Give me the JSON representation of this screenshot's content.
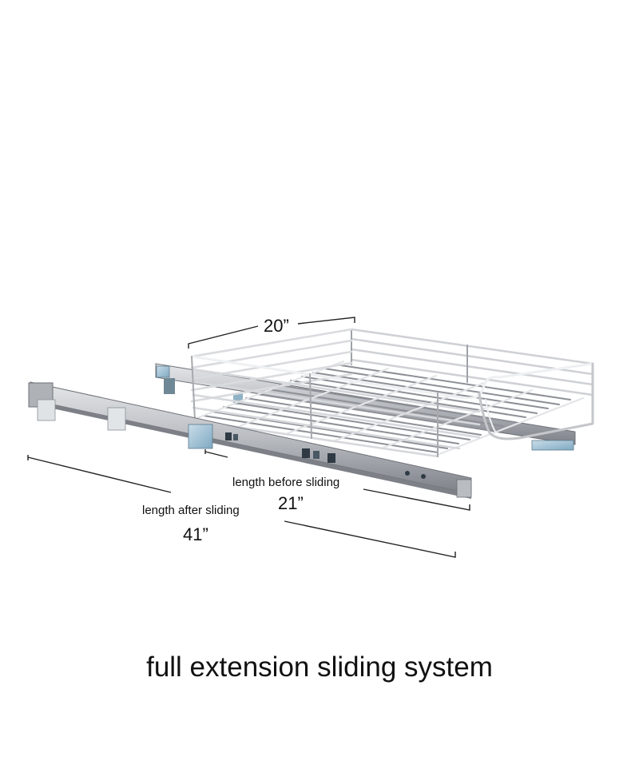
{
  "dimensions": {
    "width_value": "20”",
    "before_label": "length before sliding",
    "before_value": "21”",
    "after_label": "length after sliding",
    "after_value": "41”"
  },
  "caption": "full extension sliding system",
  "colors": {
    "chrome_light": "#e9eaec",
    "chrome_dark": "#8d9096",
    "rail_metal": "#b9bcc1",
    "rail_shadow": "#6e7177",
    "bracket_blue": "#8db7cf",
    "background": "#ffffff",
    "text": "#111111"
  },
  "product": {
    "icon": "pull-out-wire-basket-icon"
  }
}
